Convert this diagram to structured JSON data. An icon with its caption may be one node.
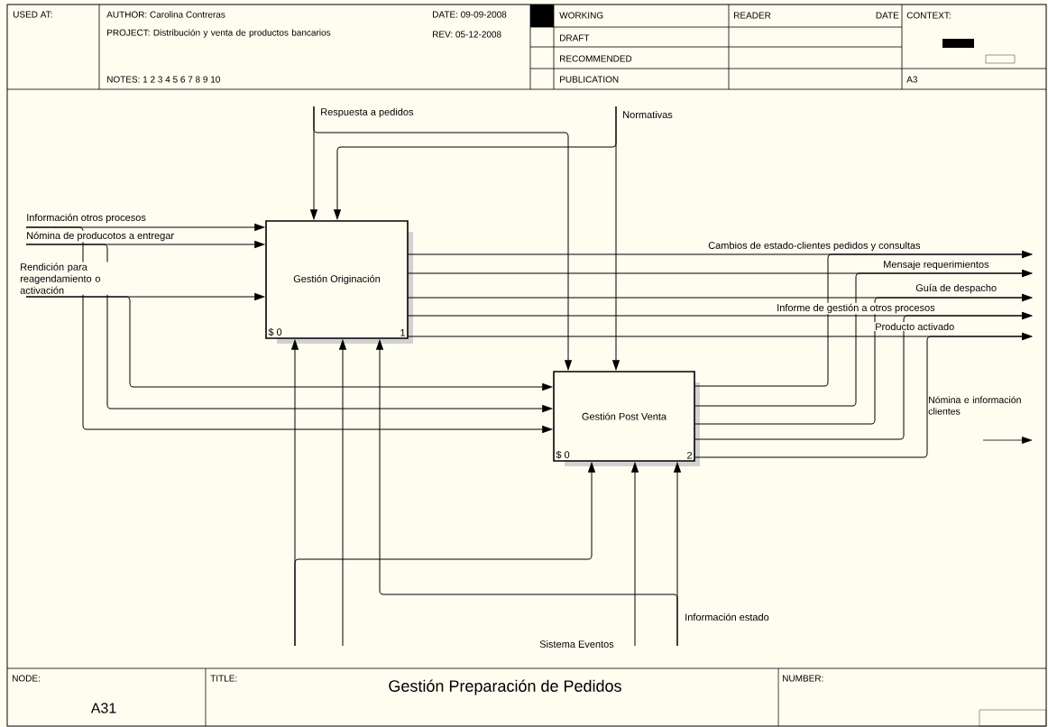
{
  "diagram": {
    "title": "Gestión Preparación de Pedidos",
    "nodes": [
      {
        "text": [
          "Gestión Originación",
          "$ 0",
          "1"
        ]
      },
      {
        "text": [
          "Gestión Post Venta",
          "$ 0",
          "2"
        ]
      }
    ],
    "edges": [
      {
        "from": null,
        "to": 0,
        "arrow": "to",
        "label": "Información otros procesos"
      },
      {
        "from": null,
        "to": 1,
        "arrow": "to"
      },
      {
        "from": null,
        "to": 0,
        "arrow": "to",
        "label": "Nómina de producotos a entregar"
      },
      {
        "from": null,
        "to": 1,
        "arrow": "to"
      },
      {
        "from": null,
        "to": 0,
        "arrow": "to",
        "label": "Rendición para reagendamiento o activación"
      },
      {
        "from": null,
        "to": 1,
        "arrow": "to"
      },
      {
        "from": null,
        "to": 0,
        "arrow": "to",
        "label": "Respuesta a pedidos"
      },
      {
        "from": null,
        "to": 1,
        "arrow": "to"
      },
      {
        "from": null,
        "to": 1,
        "arrow": "to",
        "label": "Normativas"
      },
      {
        "from": null,
        "to": 0,
        "arrow": "to"
      },
      {
        "from": 0,
        "to": null,
        "arrow": "to",
        "label": "Cambios de estado-clientes pedidos y consultas"
      },
      {
        "from": 1,
        "to": null,
        "arrow": "to"
      },
      {
        "from": 0,
        "to": null,
        "arrow": "to",
        "label": "Mensaje requerimientos"
      },
      {
        "from": 1,
        "to": null,
        "arrow": "to"
      },
      {
        "from": 0,
        "to": null,
        "arrow": "to",
        "label": "Guía de despacho"
      },
      {
        "from": 1,
        "to": null,
        "arrow": "to"
      },
      {
        "from": 0,
        "to": null,
        "arrow": "to",
        "label": "Informe de gestión a otros procesos"
      },
      {
        "from": 1,
        "to": null,
        "arrow": "to"
      },
      {
        "from": 0,
        "to": null,
        "arrow": "to",
        "label": "Producto activado"
      },
      {
        "from": 1,
        "to": null,
        "arrow": "to"
      },
      {
        "from": null,
        "to": 0,
        "arrow": "to"
      },
      {
        "from": null,
        "to": 1,
        "arrow": "to"
      },
      {
        "from": null,
        "to": 0,
        "arrow": "to"
      },
      {
        "from": null,
        "to": 1,
        "arrow": "to",
        "label": "Sistema Eventos"
      },
      {
        "from": null,
        "to": 0,
        "arrow": "to",
        "label": "Información estado"
      },
      {
        "from": null,
        "to": 1,
        "arrow": "to"
      }
    ],
    "labels": [
      "USED AT:",
      "AUTHOR:  Carolina Contreras",
      "DATE: 09-09-2008",
      "PROJECT:  Distribución y venta de productos bancarios",
      "REV:  05-12-2008",
      "NOTES:  1 2 3 4 5 6 7 8 9 10",
      "WORKING",
      "READER",
      "DATE",
      "CONTEXT:",
      "DRAFT",
      "RECOMMENDED",
      "PUBLICATION",
      "A3",
      "Nómina e información clientes",
      "NODE:",
      "A31",
      "TITLE:",
      "NUMBER:"
    ]
  }
}
